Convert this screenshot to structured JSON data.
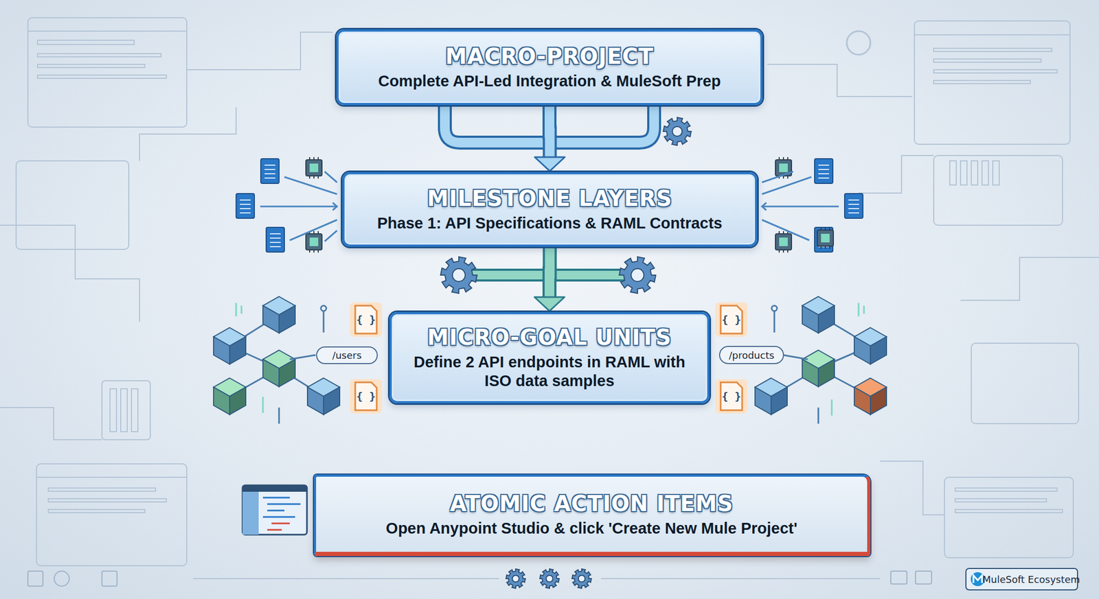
{
  "diagram": {
    "nodes": [
      {
        "text": [
          "MACRO-PROJECT",
          "Complete API-Led Integration & MuleSoft Prep"
        ]
      },
      {
        "text": [
          "MILESTONE LAYERS",
          "Phase 1: API Specifications & RAML Contracts"
        ]
      },
      {
        "text": [
          "/users"
        ]
      },
      {
        "text": [
          "MICRO-GOAL UNITS",
          "Define 2 API endpoints in RAML with ISO data samples"
        ]
      },
      {
        "text": [
          "/products"
        ]
      },
      {
        "text": [
          "ATOMIC ACTION ITEMS",
          "Open Anypoint Studio & click 'Create New Mule Project'"
        ]
      }
    ],
    "edges": [
      {
        "from": 0,
        "to": 1,
        "arrow": "to"
      },
      {
        "from": 1,
        "to": 3,
        "arrow": "to"
      }
    ],
    "labels": [
      "{ }",
      "{ }",
      "{ }",
      "{ }",
      "MuleSoft Ecosystem"
    ]
  }
}
